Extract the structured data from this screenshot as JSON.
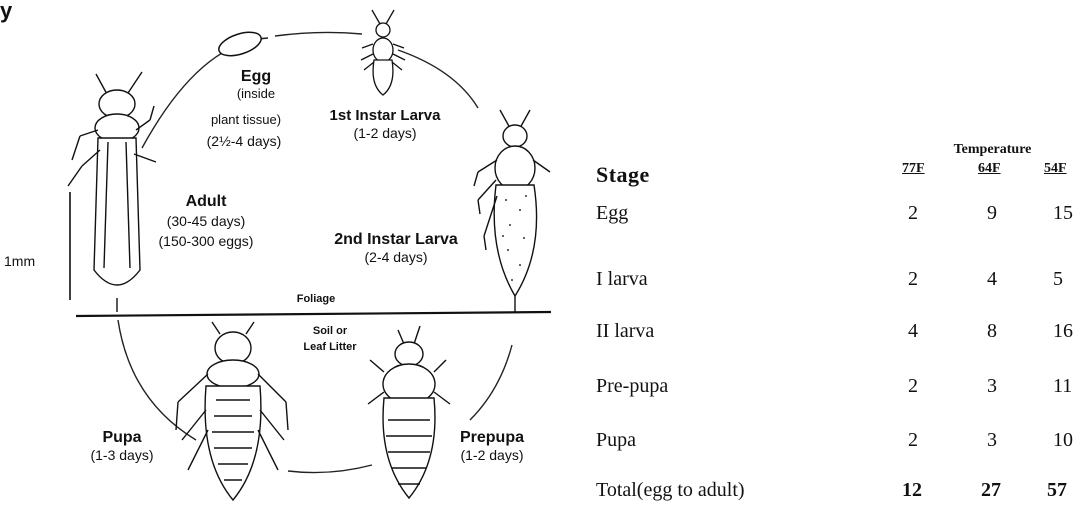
{
  "diagram": {
    "top_label": "y",
    "scale_label": "1mm",
    "egg": {
      "title": "Egg",
      "line1": "(inside",
      "line2": "plant tissue)",
      "line3": "(2½-4 days)"
    },
    "instar1": {
      "title": "1st Instar Larva",
      "duration": "(1-2 days)"
    },
    "instar2": {
      "title": "2nd Instar Larva",
      "duration": "(2-4 days)"
    },
    "adult": {
      "title": "Adult",
      "duration": "(30-45 days)",
      "eggs": "(150-300 eggs)"
    },
    "pupa": {
      "title": "Pupa",
      "duration": "(1-3 days)"
    },
    "prepupa": {
      "title": "Prepupa",
      "duration": "(1-2 days)"
    },
    "foliage_label": "Foliage",
    "soil_label_1": "Soil or",
    "soil_label_2": "Leaf Litter"
  },
  "table": {
    "group_header": "Temperature",
    "stage_header": "Stage",
    "columns": [
      "77F",
      "64F",
      "54F"
    ],
    "rows": [
      {
        "stage": "Egg",
        "values": [
          "2",
          "9",
          "15"
        ]
      },
      {
        "stage": "I larva",
        "values": [
          "2",
          "4",
          "5"
        ]
      },
      {
        "stage": "II larva",
        "values": [
          "4",
          "8",
          "16"
        ]
      },
      {
        "stage": "Pre-pupa",
        "values": [
          "2",
          "3",
          "11"
        ]
      },
      {
        "stage": "Pupa",
        "values": [
          "2",
          "3",
          "10"
        ]
      }
    ],
    "total": {
      "stage": "Total(egg to adult)",
      "values": [
        "12",
        "27",
        "57"
      ]
    }
  }
}
